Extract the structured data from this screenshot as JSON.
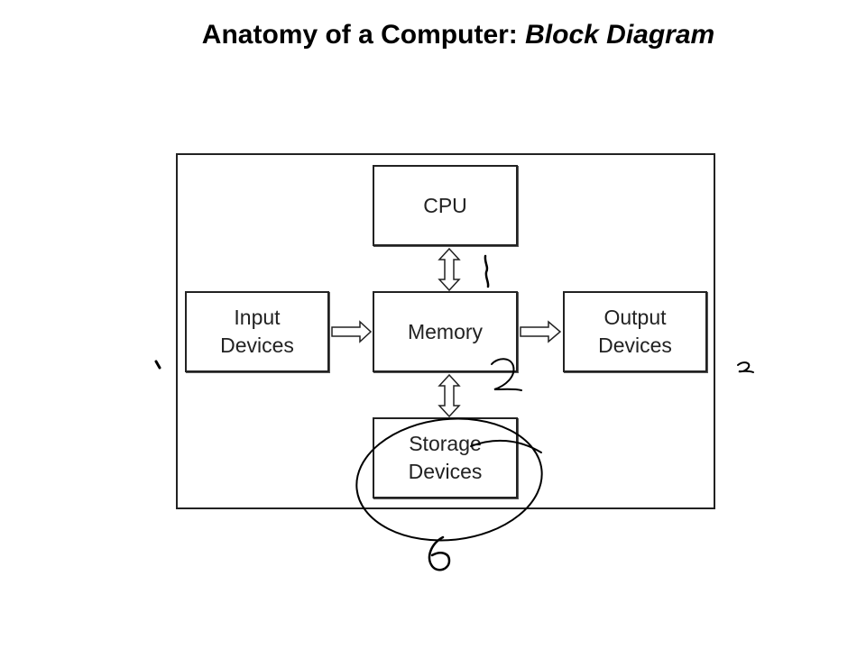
{
  "title": {
    "main": "Anatomy of a Computer: ",
    "italic": "Block Diagram"
  },
  "blocks": {
    "cpu": "CPU",
    "memory": "Memory",
    "input": "Input\nDevices",
    "output": "Output\nDevices",
    "storage": "Storage\nDevices"
  },
  "annotations": {
    "note_1": "1",
    "note_2": "2",
    "note_6": "6"
  },
  "colors": {
    "line": "#222222",
    "background": "#ffffff"
  }
}
